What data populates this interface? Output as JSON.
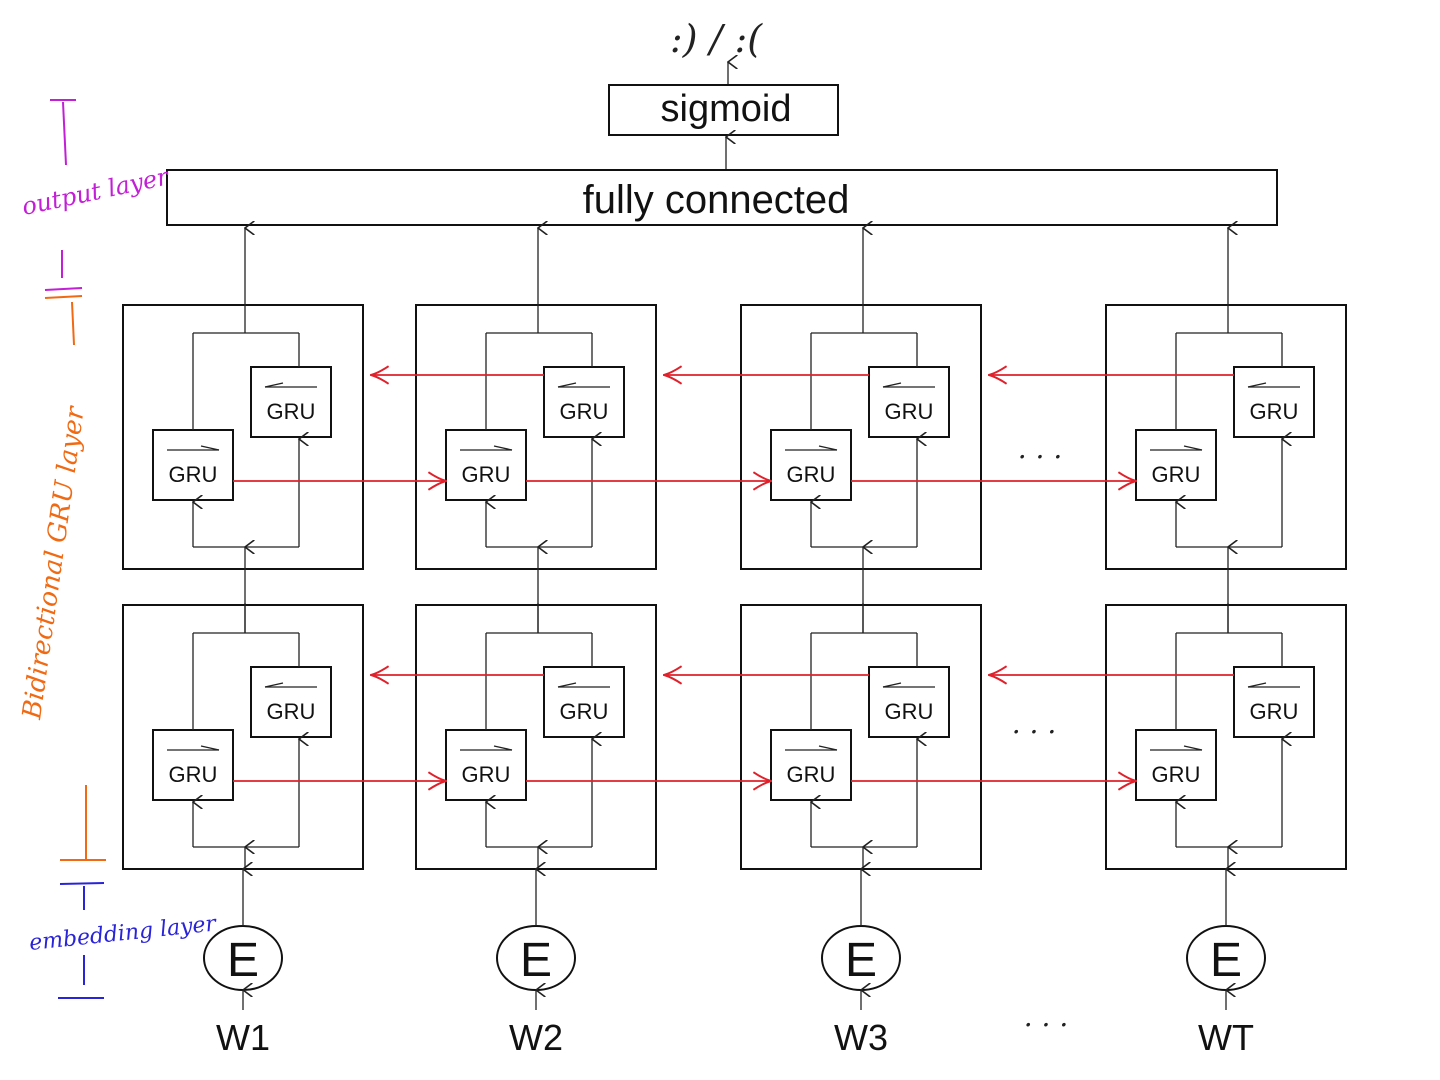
{
  "output_label": ":) / :(",
  "sigmoid_label": "sigmoid",
  "fc_label": "fully connected",
  "gru_label": "GRU",
  "embedding_label": "E",
  "inputs": [
    "W1",
    "W2",
    "W3",
    "WT"
  ],
  "ellipsis": ". . .",
  "side_labels": {
    "output": "output layer",
    "bidirectional": "Bidirectional GRU layer",
    "embedding": "embedding layer"
  },
  "colors": {
    "output": "#c21fd6",
    "bidirectional": "#f06a13",
    "embedding": "#2a24d8",
    "recurrent_arrows": "#e0202a",
    "ink": "#111111"
  }
}
